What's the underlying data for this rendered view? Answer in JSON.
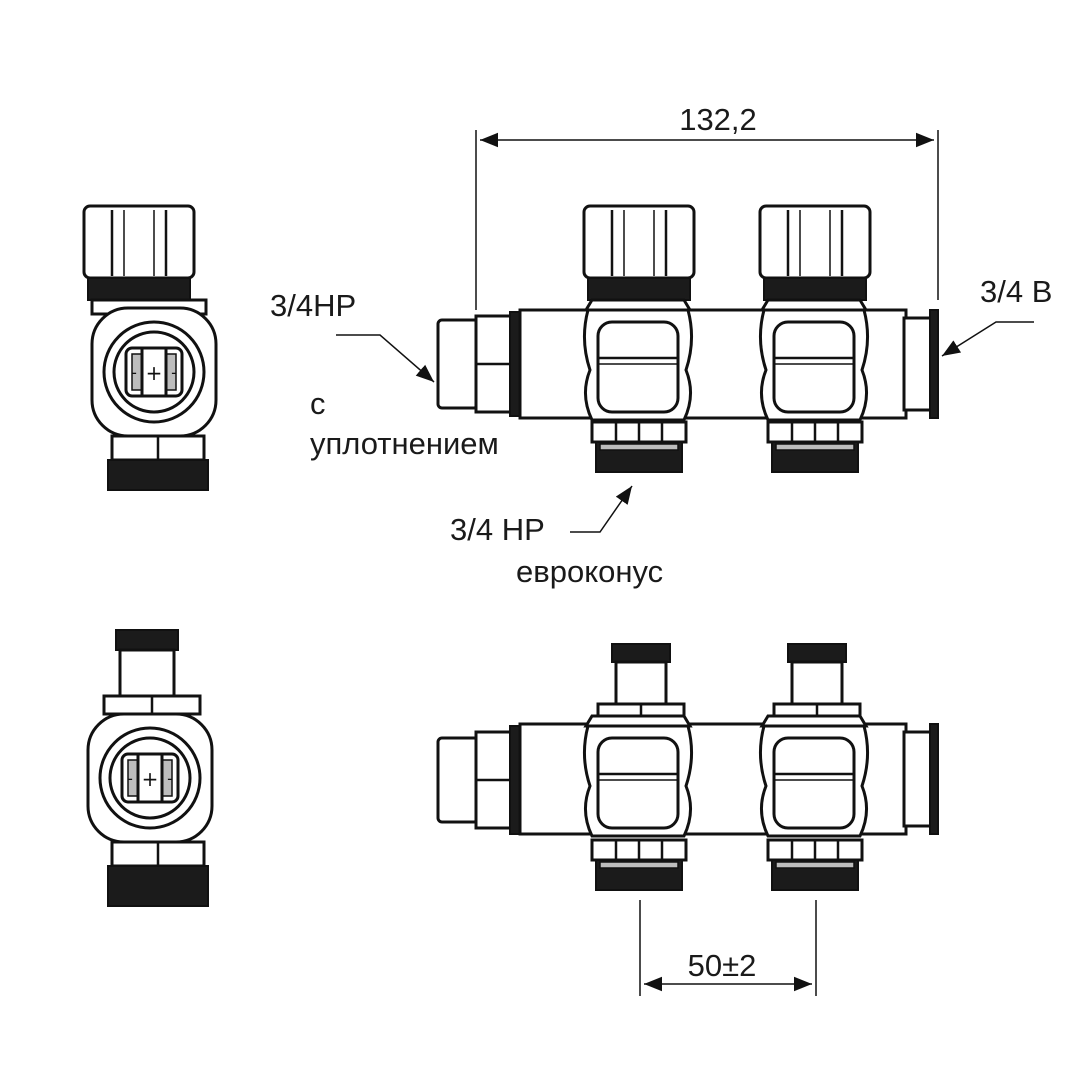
{
  "labels": {
    "dim_total": "132,2",
    "dim_pitch": "50±2",
    "inlet_thread": "3/4НР",
    "inlet_seal_1": "с",
    "inlet_seal_2": "уплотнением",
    "outlet_thread": "3/4 В",
    "branch_thread": "3/4 НР",
    "branch_type": "евроконус"
  },
  "colors": {
    "line": "#111111",
    "dark_thread": "#1b1b1b",
    "shade": "#bdbdbd",
    "background": "#ffffff"
  },
  "icons": {
    "valve_symbol": "plus-minus-icon"
  }
}
